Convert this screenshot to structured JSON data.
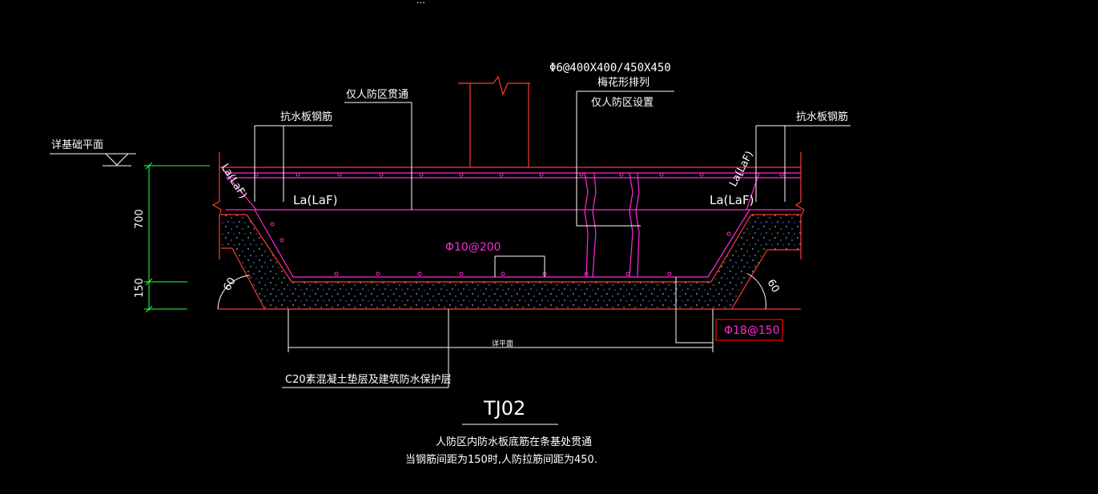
{
  "colors": {
    "background": "#000000",
    "concrete_outline": "#ff3b30",
    "rebar": "#ff2bd6",
    "leader": "#ffffff",
    "dimension": "#28ff4a",
    "aggregate": "#6fb7ff",
    "highlight_box": "#ff0000"
  },
  "labels": {
    "top_clip": "…",
    "stirrup_spec": "Φ6@400X400/450X450",
    "plum_arrangement": "梅花形排列",
    "civil_defense_set": "仅人防区设置",
    "civil_defense_through": "仅人防区贯通",
    "anti_water_left": "抗水板钢筋",
    "anti_water_right": "抗水板钢筋",
    "foundation_ref": "详基础平面",
    "la_left_diag": "La(LaF)",
    "la_left": "La(LaF)",
    "la_right": "La(LaF)",
    "la_right_diag": "La(LaF)",
    "phi10": "Φ10@200",
    "phi18": "Φ18@150",
    "detail_plan": "详平面",
    "c20_note": "C20素混凝土垫层及建筑防水保护层",
    "dim_700": "700",
    "dim_150": "150",
    "angle_left": "60",
    "angle_right": "60",
    "detail_id": "TJ02",
    "note_line1": "人防区内防水板底筋在条基处贯通",
    "note_line2": "当钢筋间距为150时,人防拉筋间距为450."
  }
}
